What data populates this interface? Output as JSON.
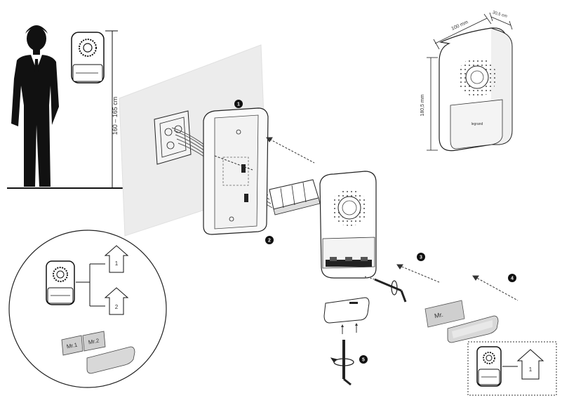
{
  "dimensions": {
    "install_height": "160 – 165 cm",
    "width": "100 mm",
    "depth": "30,5 cm",
    "height": "180,5 mm"
  },
  "steps": [
    "1",
    "2",
    "3",
    "4",
    "5"
  ],
  "nameplates": {
    "single": "Mr.",
    "left": "Mr.1",
    "right": "Mr.2"
  },
  "call_buttons": {
    "circle_first": "1",
    "circle_second": "2",
    "box_first": "1"
  },
  "unit_label": "legrand"
}
